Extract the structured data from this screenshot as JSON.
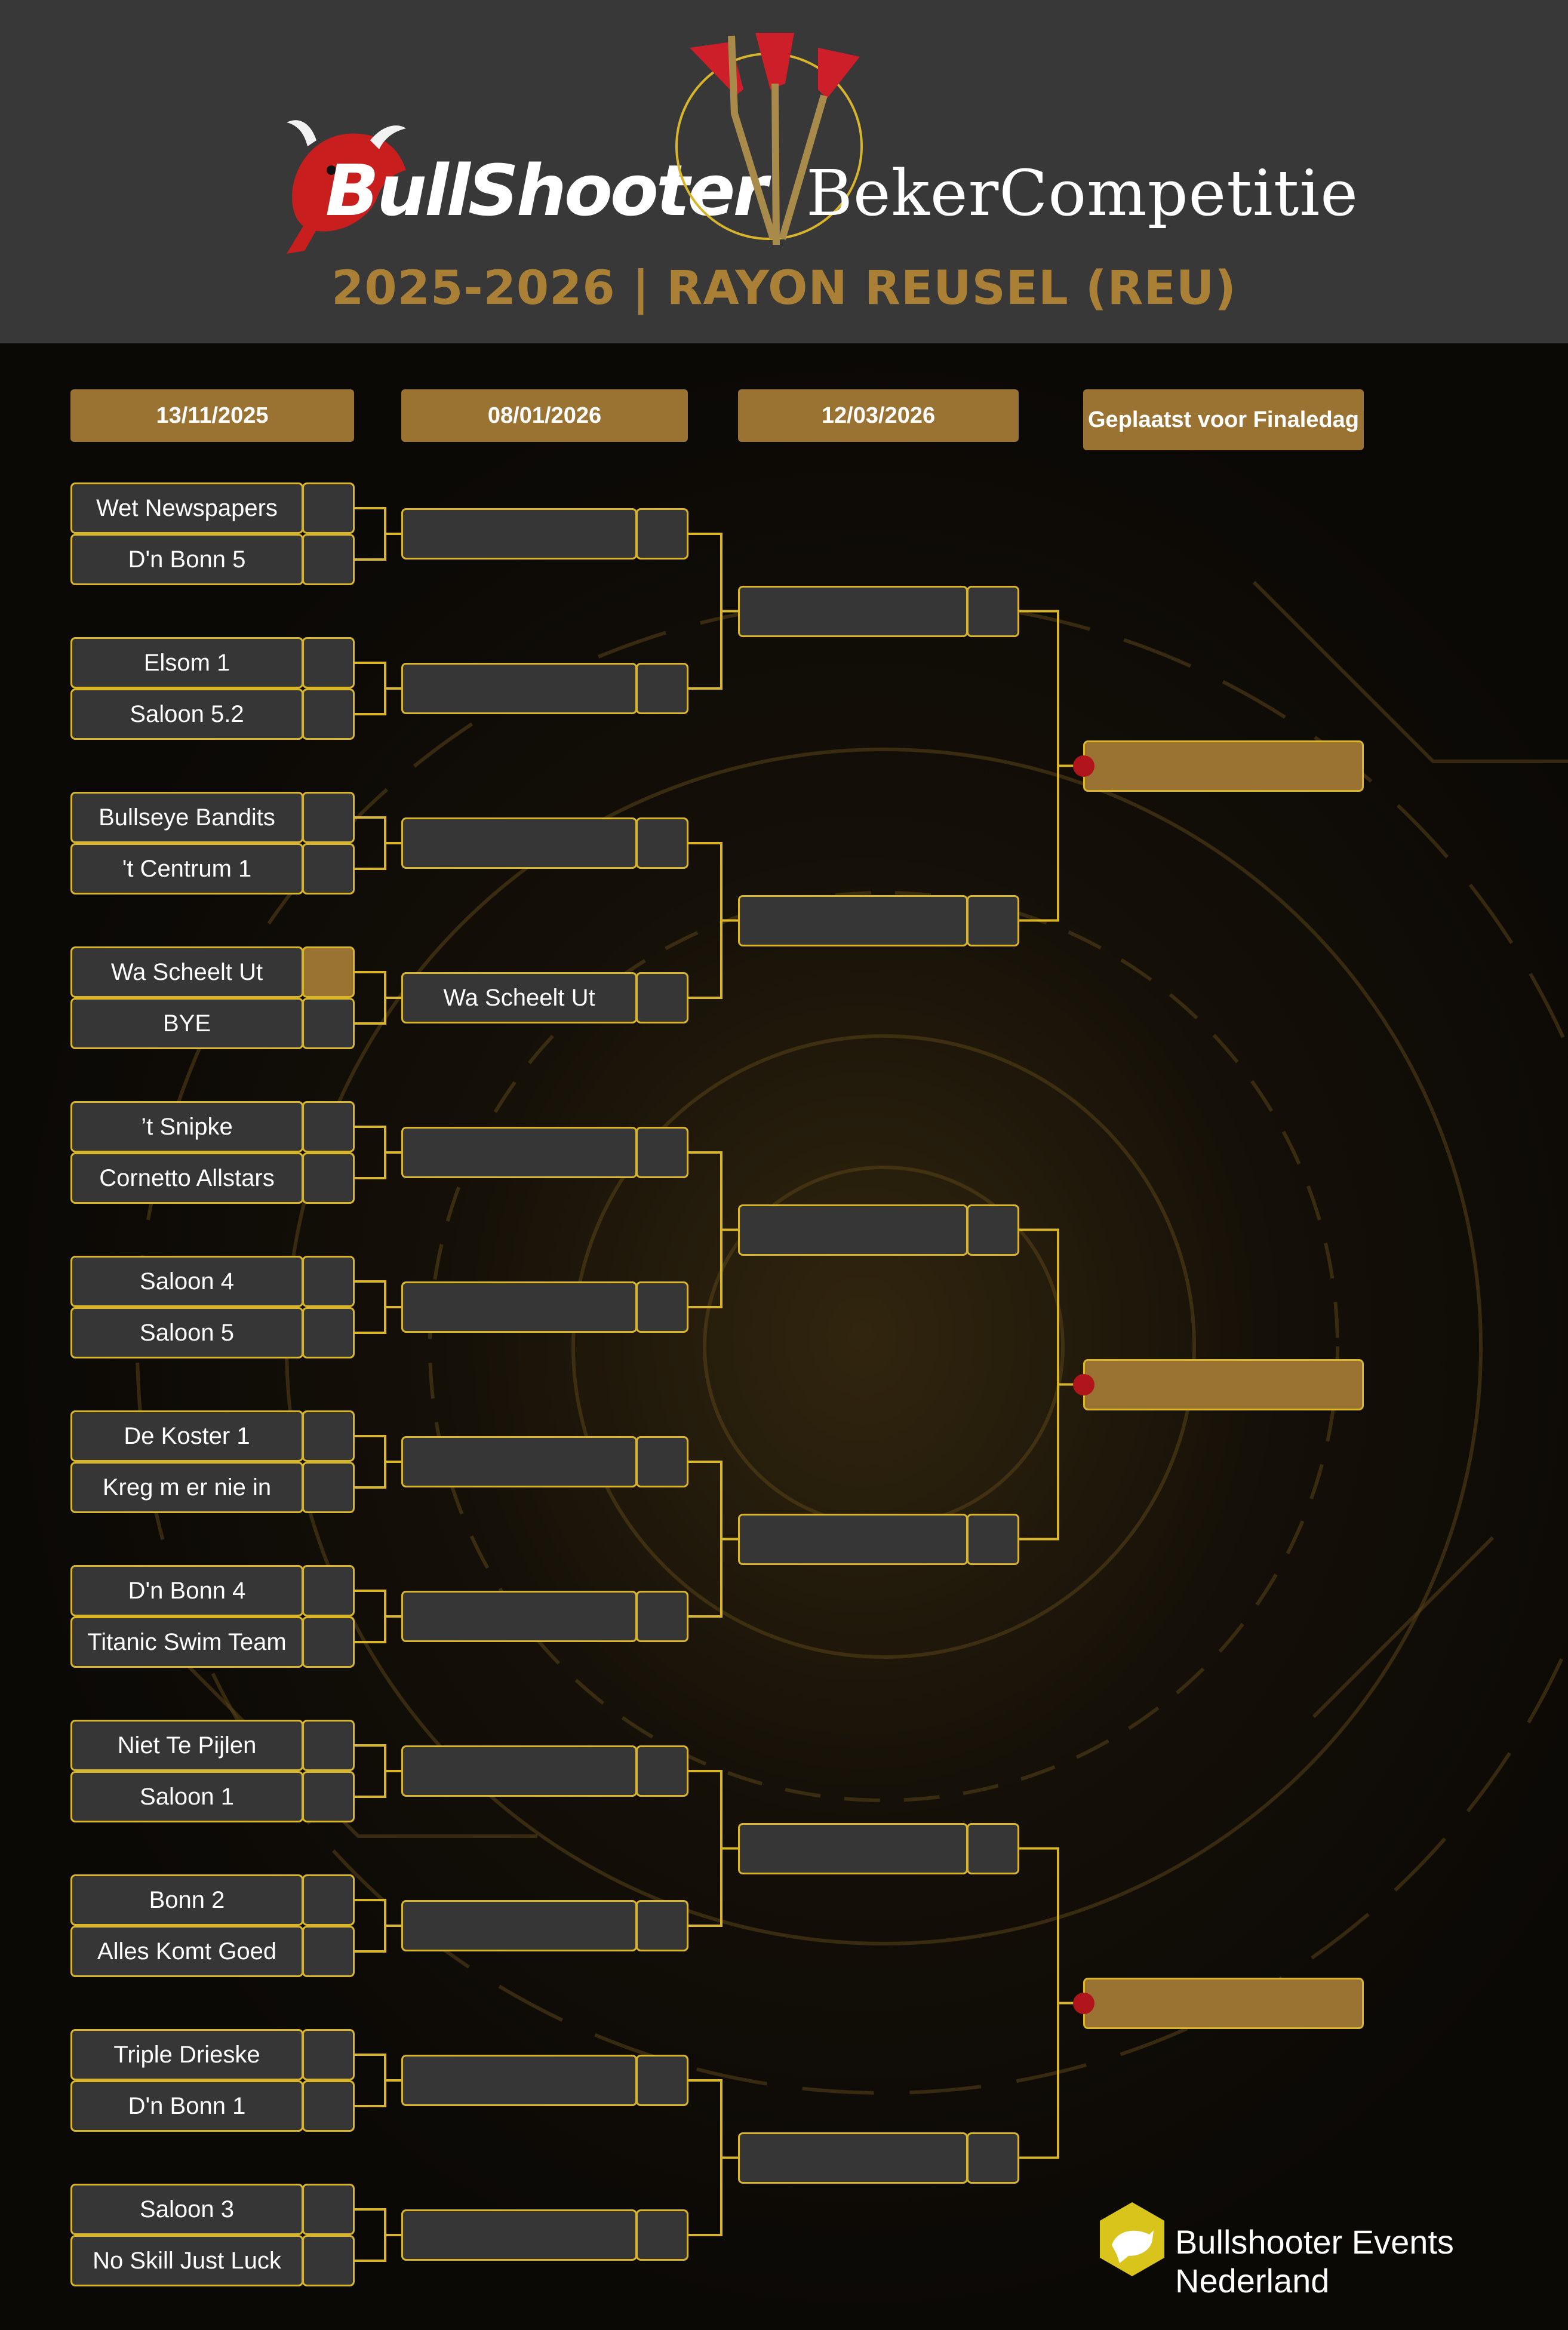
{
  "header": {
    "brand": "BullShooter",
    "competition": "BekerCompetitie",
    "season": "2025-2026 | RAYON REUSEL (REU)"
  },
  "rounds": [
    {
      "label": "13/11/2025"
    },
    {
      "label": "08/01/2026"
    },
    {
      "label": "12/03/2026"
    },
    {
      "label": "Geplaatst voor Finaledag"
    }
  ],
  "round1": [
    {
      "home": "Wet Newspapers",
      "away": "D'n Bonn 5",
      "home_win": false
    },
    {
      "home": "Elsom 1",
      "away": "Saloon 5.2",
      "home_win": false
    },
    {
      "home": "Bullseye Bandits",
      "away": "'t Centrum 1",
      "home_win": false
    },
    {
      "home": "Wa Scheelt Ut",
      "away": "BYE",
      "home_win": true
    },
    {
      "home": "’t Snipke",
      "away": "Cornetto Allstars",
      "home_win": false
    },
    {
      "home": "Saloon 4",
      "away": "Saloon 5",
      "home_win": false
    },
    {
      "home": "De Koster 1",
      "away": "Kreg m er nie in",
      "home_win": false
    },
    {
      "home": "D'n Bonn 4",
      "away": "Titanic Swim Team",
      "home_win": false
    },
    {
      "home": "Niet Te Pijlen",
      "away": "Saloon 1",
      "home_win": false
    },
    {
      "home": "Bonn 2",
      "away": "Alles Komt Goed",
      "home_win": false
    },
    {
      "home": "Triple Drieske",
      "away": "D'n Bonn 1",
      "home_win": false
    },
    {
      "home": "Saloon 3",
      "away": "No Skill Just Luck",
      "home_win": false
    }
  ],
  "round2": [
    "",
    "",
    "",
    "Wa Scheelt Ut",
    "",
    "",
    "",
    "",
    "",
    "",
    "",
    ""
  ],
  "round3": [
    "",
    "",
    "",
    "",
    "",
    ""
  ],
  "finalists": [
    "",
    "",
    ""
  ],
  "footer": {
    "brand": "Bullshooter Events Nederland"
  },
  "colors": {
    "accent_gold": "#9a7232",
    "border_gold": "#d9b52c",
    "box_bg": "#363636",
    "connector_dot": "#b0151c"
  }
}
